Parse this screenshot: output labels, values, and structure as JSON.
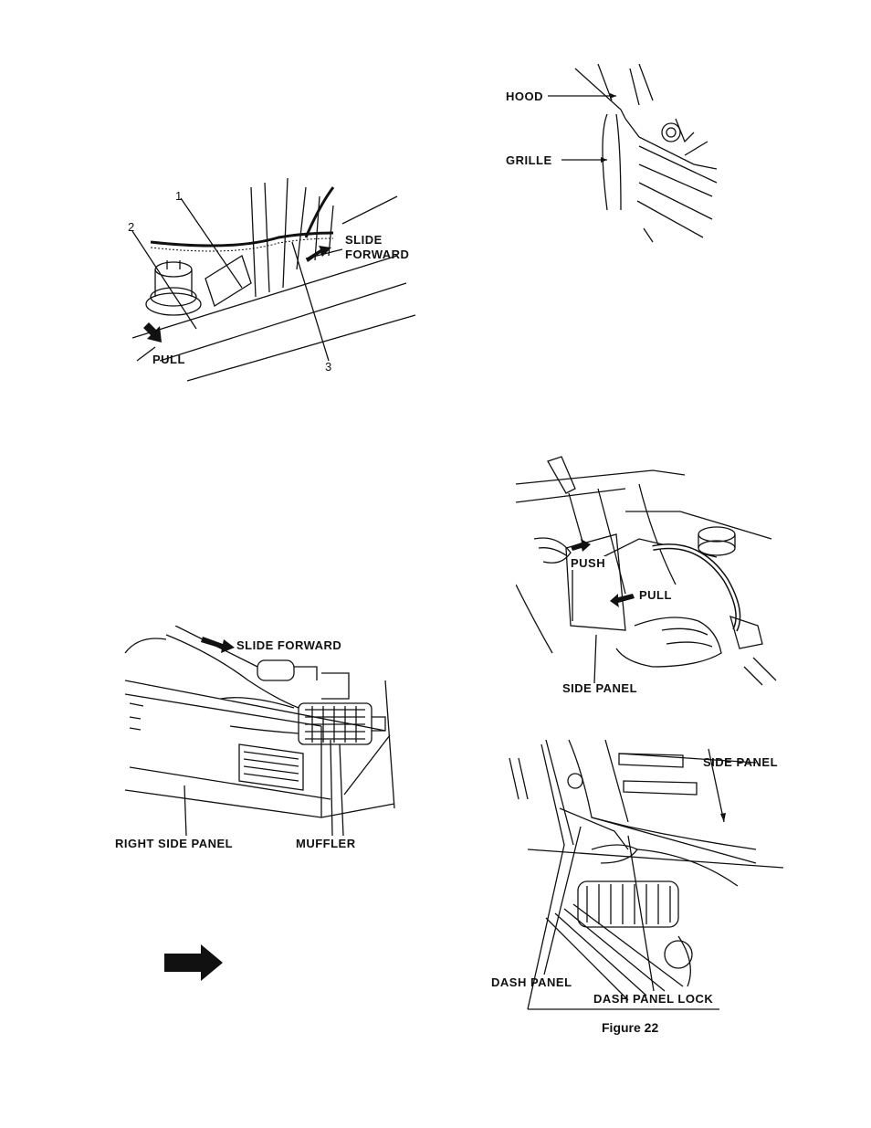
{
  "figures": {
    "battery": {
      "labels": {
        "callout_1": "1",
        "callout_2": "2",
        "callout_3": "3",
        "slide": "SLIDE",
        "forward": "FORWARD",
        "pull": "PULL"
      }
    },
    "hood_grille": {
      "labels": {
        "hood": "HOOD",
        "grille": "GRILLE"
      }
    },
    "muffler": {
      "labels": {
        "slide_forward": "SLIDE FORWARD",
        "right_side_panel": "RIGHT SIDE PANEL",
        "muffler": "MUFFLER"
      }
    },
    "side_panel_push": {
      "labels": {
        "push": "PUSH",
        "pull": "PULL",
        "side_panel": "SIDE PANEL"
      }
    },
    "dash_panel": {
      "labels": {
        "side_panel": "SIDE PANEL",
        "dash_panel": "DASH PANEL",
        "dash_panel_lock": "DASH PANEL LOCK"
      },
      "caption": "Figure 22"
    }
  },
  "continue_arrow_icon": "right-arrow-icon",
  "colors": {
    "ink": "#111111",
    "paper": "#ffffff"
  }
}
